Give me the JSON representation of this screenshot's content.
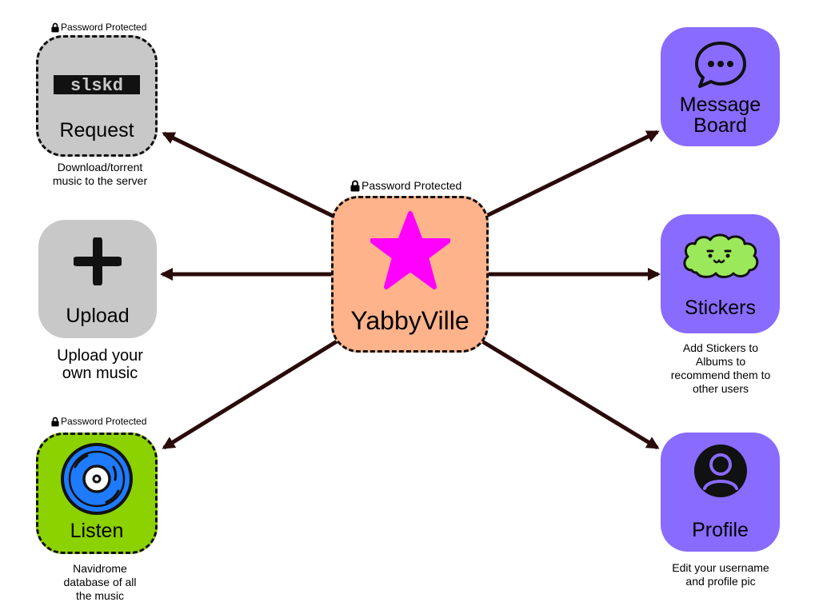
{
  "center": {
    "label": "YabbyVille",
    "lock_note": "Password Protected",
    "color": "#FFB38A",
    "star_color": "#FF00FF",
    "icon": "star-icon"
  },
  "nodes": {
    "request": {
      "label": "Request",
      "logo_text": "slskd",
      "lock_note": "Password Protected",
      "caption_lines": [
        "Download/torrent",
        "music to the server"
      ],
      "color": "#C8C8C8",
      "icon": "slskd-logo"
    },
    "upload": {
      "label": "Upload",
      "caption_lines": [
        "Upload your",
        "own music"
      ],
      "color": "#C8C8C8",
      "icon": "plus-icon"
    },
    "listen": {
      "label": "Listen",
      "lock_note": "Password Protected",
      "caption_lines": [
        "Navidrome",
        "database of all",
        "the music"
      ],
      "color": "#8CD100",
      "icon": "vinyl-disc-icon"
    },
    "message_board": {
      "label_lines": [
        "Message",
        "Board"
      ],
      "color": "#8A6BFF",
      "icon": "chat-bubble-icon"
    },
    "stickers": {
      "label": "Stickers",
      "caption_lines": [
        "Add Stickers to",
        "Albums to",
        "recommend them to",
        "other users"
      ],
      "color": "#8A6BFF",
      "icon": "cloud-sticker-icon"
    },
    "profile": {
      "label": "Profile",
      "caption_lines": [
        "Edit your username",
        "and profile pic"
      ],
      "color": "#8A6BFF",
      "icon": "user-avatar-icon"
    }
  },
  "arrow_color": "#2A0A0A"
}
